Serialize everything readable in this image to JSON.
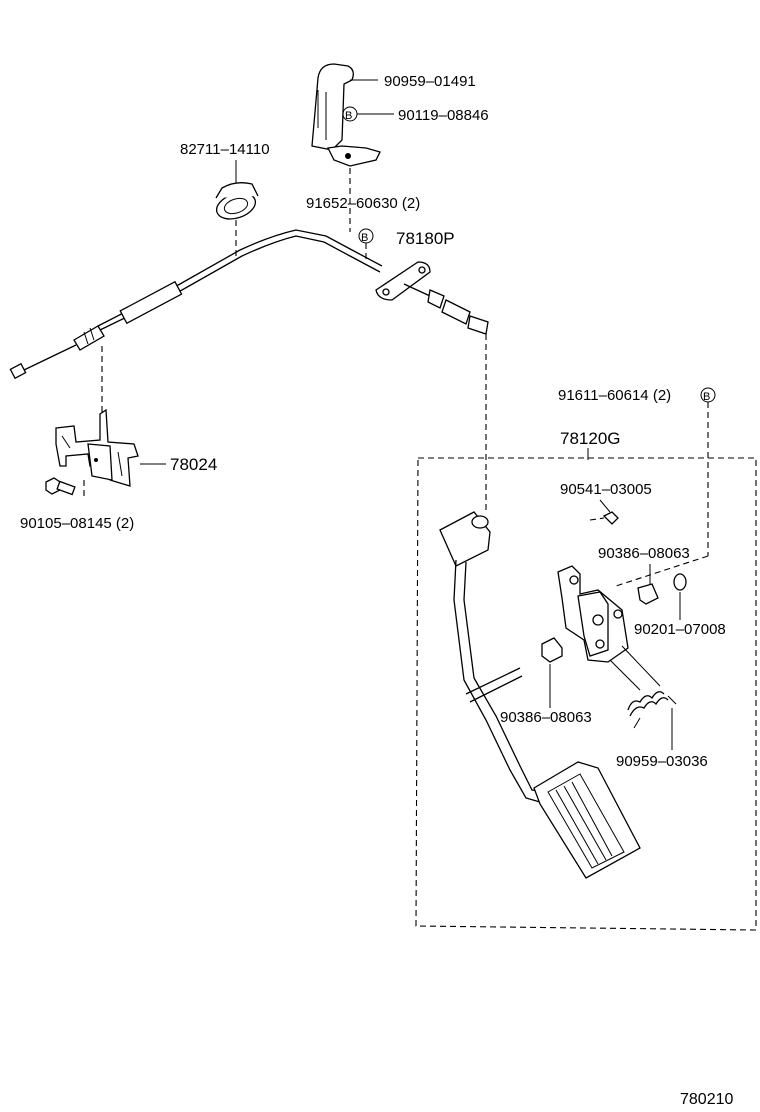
{
  "labels": {
    "p90959_01491": "90959–01491",
    "p90119_08846": "90119–08846",
    "p82711_14110": "82711–14110",
    "p91652_60630": "91652–60630 (2)",
    "p78180P": "78180P",
    "p78024": "78024",
    "p90105_08145": "90105–08145 (2)",
    "p91611_60614": "91611–60614 (2)",
    "p78120G": "78120G",
    "p90541_03005": "90541–03005",
    "p90386_08063a": "90386–08063",
    "p90201_07008": "90201–07008",
    "p90386_08063b": "90386–08063",
    "p90959_03036": "90959–03036",
    "ref_b1": "B",
    "ref_b2": "B",
    "ref_b3": "B",
    "diagram_number": "780210"
  }
}
